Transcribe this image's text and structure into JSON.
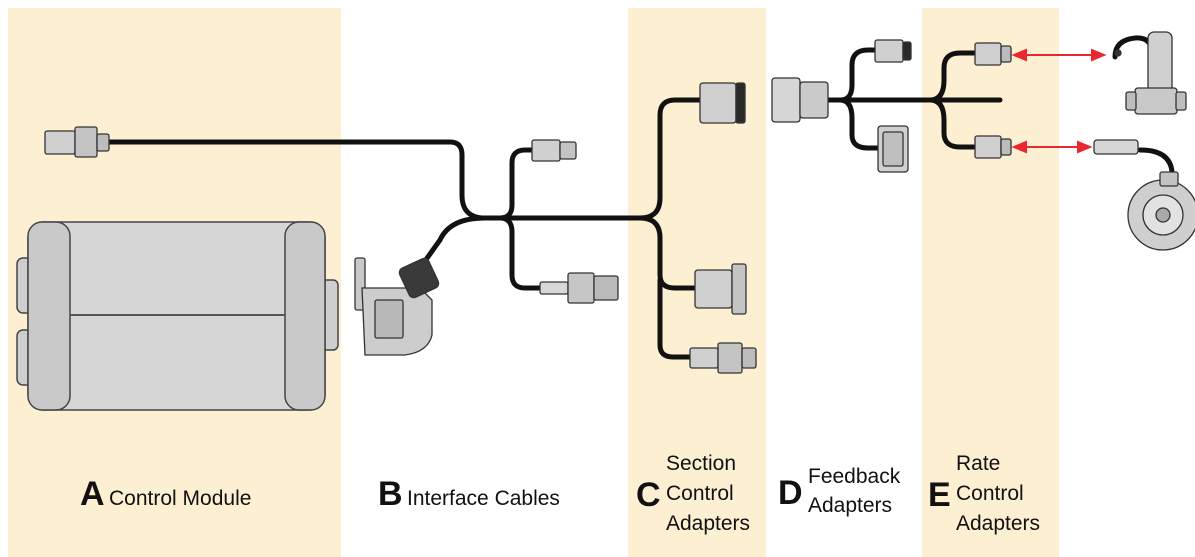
{
  "sections": [
    {
      "letter": "A",
      "lines": [
        "Control Module"
      ]
    },
    {
      "letter": "B",
      "lines": [
        "Interface Cables"
      ]
    },
    {
      "letter": "C",
      "lines": [
        "Section",
        "Control",
        "Adapters"
      ]
    },
    {
      "letter": "D",
      "lines": [
        "Feedback",
        "Adapters"
      ]
    },
    {
      "letter": "E",
      "lines": [
        "Rate",
        "Control",
        "Adapters"
      ]
    }
  ],
  "colors": {
    "highlight": "#fdf0d2",
    "cable": "#111111",
    "arrow": "#e8282e",
    "component": "#d4d4d4",
    "outline": "#444444"
  }
}
